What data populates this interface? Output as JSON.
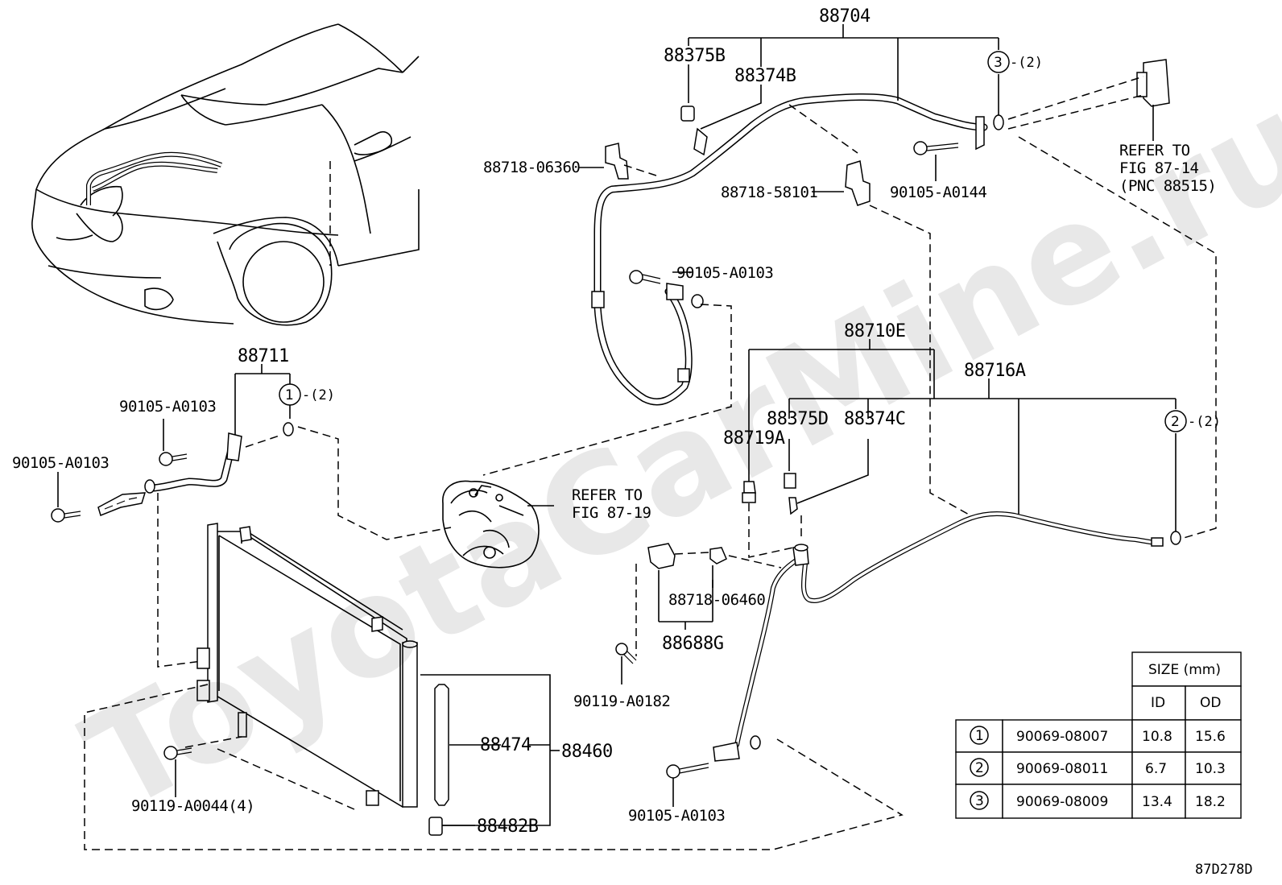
{
  "labels": {
    "l88704": "88704",
    "l88375B": "88375B",
    "l88374B": "88374B",
    "l3_2": "-(2)",
    "c3": "3",
    "refer1_a": "REFER TO",
    "refer1_b": "FIG 87-14",
    "refer1_c": "(PNC 88515)",
    "l88718_06360": "88718-06360",
    "l88718_58101": "88718-58101",
    "l90105_A0144": "90105-A0144",
    "l90105_A0103_top": "90105-A0103",
    "l88710E": "88710E",
    "l88716A": "88716A",
    "l88711": "88711",
    "c1": "1",
    "l1_2": "-(2)",
    "l90105_A0103_a": "90105-A0103",
    "l90105_A0103_b": "90105-A0103",
    "l88375D": "88375D",
    "l88374C": "88374C",
    "l88719A": "88719A",
    "c2": "2",
    "l2_2": "-(2)",
    "refer2_a": "REFER TO",
    "refer2_b": "FIG 87-19",
    "l88718_06460": "88718-06460",
    "l88688G": "88688G",
    "l90119_A0182": "90119-A0182",
    "l88474": "88474",
    "l88460": "88460",
    "l88482B": "88482B",
    "l90119_A0044": "90119-A0044(4)",
    "l90105_A0103_bottom": "90105-A0103",
    "code": "87D278D",
    "watermark": "ToyotaCarMine.ru"
  },
  "table": {
    "header_size": "SIZE (mm)",
    "header_id": "ID",
    "header_od": "OD",
    "rows": [
      {
        "num": "1",
        "part": "90069-08007",
        "id": "10.8",
        "od": "15.6"
      },
      {
        "num": "2",
        "part": "90069-08011",
        "id": "6.7",
        "od": "10.3"
      },
      {
        "num": "3",
        "part": "90069-08009",
        "id": "13.4",
        "od": "18.2"
      }
    ]
  }
}
